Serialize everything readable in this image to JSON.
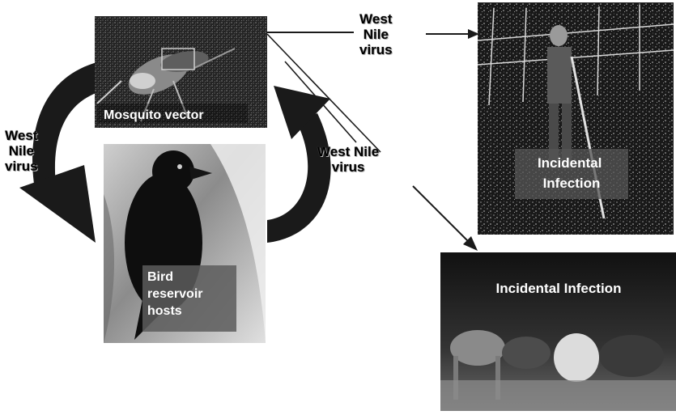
{
  "diagram": {
    "left_virus_label": [
      "West",
      "Nile",
      "virus"
    ],
    "center_virus_label": [
      "West Nile",
      "virus"
    ],
    "top_virus_label": [
      "West",
      "Nile",
      "virus"
    ],
    "mosquito_panel": {
      "caption": "Mosquito vector"
    },
    "bird_panel": {
      "caption": [
        "Bird",
        "reservoir",
        "hosts"
      ]
    },
    "human_panel": {
      "caption": [
        "Incidental",
        "Infection"
      ]
    },
    "horse_panel": {
      "caption": "Incidental Infection"
    }
  },
  "colors": {
    "arrow": "#1a1a1a",
    "panel_dark": "#2b2b2b",
    "text": "#000000",
    "caption": "#ffffff"
  }
}
